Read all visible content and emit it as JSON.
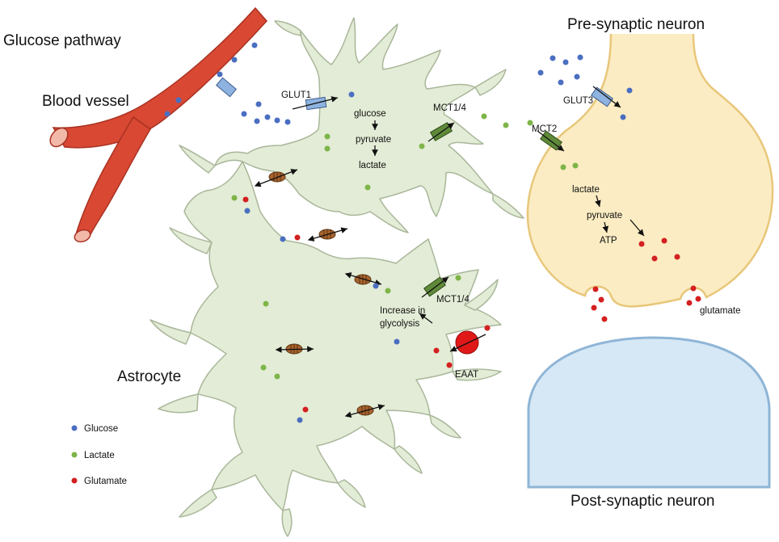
{
  "title": "Glucose pathway",
  "labels": {
    "blood_vessel": "Blood vessel",
    "pre_neuron": "Pre-synaptic neuron",
    "post_neuron": "Post-synaptic neuron",
    "astrocyte": "Astrocyte",
    "glut1": "GLUT1",
    "glut3": "GLUT3",
    "mct14_top": "MCT1/4",
    "mct14_bottom": "MCT1/4",
    "mct2": "MCT2",
    "eaat": "EAAT",
    "glutamate_cleft": "glutamate",
    "astro_glucose": "glucose",
    "astro_pyruvate": "pyruvate",
    "astro_lactate": "lactate",
    "neuron_lactate": "lactate",
    "neuron_pyruvate": "pyruvate",
    "neuron_atp": "ATP",
    "glycolysis_1": "Increase in",
    "glycolysis_2": "glycolysis"
  },
  "legend": [
    {
      "label": "Glucose",
      "color": "#4a6fc1"
    },
    {
      "label": "Lactate",
      "color": "#7db548"
    },
    {
      "label": "Glutamate",
      "color": "#d42020"
    }
  ],
  "colors": {
    "vessel": "#d94833",
    "vessel_dark": "#a83222",
    "astrocyte": "#e3ecd6",
    "astrocyte_edge": "#a9b79a",
    "pre_neuron": "#fbecc3",
    "pre_neuron_edge": "#e8c77a",
    "post_neuron": "#d6e8f6",
    "post_neuron_edge": "#8fb5d6",
    "glut": "#8fb3e0",
    "mct": "#5f8a3a",
    "eaat": "#e01818",
    "gap_junction": "#a8632e"
  }
}
